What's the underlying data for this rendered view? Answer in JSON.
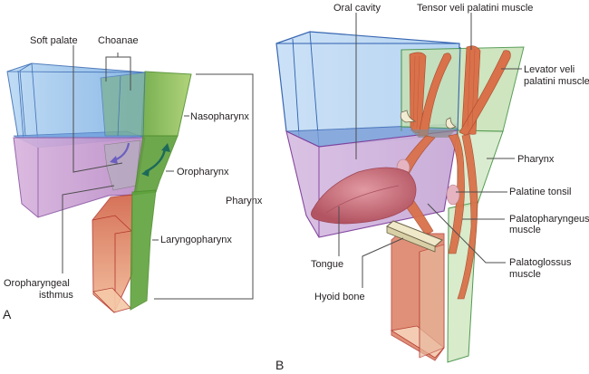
{
  "figure": {
    "panels": [
      {
        "id": "A",
        "label": "A",
        "labels": {
          "soft_palate": "Soft palate",
          "choanae": "Choanae",
          "nasopharynx": "Nasopharynx",
          "oropharynx": "Oropharynx",
          "pharynx": "Pharynx",
          "laryngopharynx": "Laryngopharynx",
          "oropharyngeal_isthmus_line1": "Oropharyngeal",
          "oropharyngeal_isthmus_line2": "isthmus"
        }
      },
      {
        "id": "B",
        "label": "B",
        "labels": {
          "oral_cavity": "Oral cavity",
          "tensor_veli_palatini": "Tensor veli palatini muscle",
          "levator_veli_line1": "Levator veli",
          "levator_veli_line2": "palatini muscle",
          "pharynx": "Pharynx",
          "palatine_tonsil": "Palatine tonsil",
          "palatopharyngeus_line1": "Palatopharyngeus",
          "palatopharyngeus_line2": "muscle",
          "palatoglossus_line1": "Palatoglossus",
          "palatoglossus_line2": "muscle",
          "tongue": "Tongue",
          "hyoid_bone": "Hyoid bone"
        }
      }
    ],
    "colors": {
      "nasal_blue": "#8fbde8",
      "oral_purple": "#c59ccf",
      "pharynx_green": "#7fb64e",
      "larynx_red": "#d9694a",
      "muscle": "#d9714a",
      "tongue": "#c96a78",
      "text": "#231f20"
    }
  }
}
